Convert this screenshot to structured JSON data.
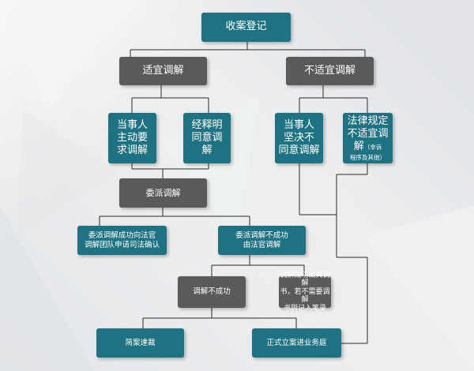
{
  "nodes": {
    "register": "收案登记",
    "suitable": "适宜调解",
    "not_suitable": "不适宜调解",
    "party_request": [
      "当事人",
      "主动要",
      "求调解"
    ],
    "explained_agree": [
      "经释明",
      "同意调",
      "解"
    ],
    "party_refuse": [
      "当事人",
      "坚决不",
      "同意调解"
    ],
    "legal_not_suitable": [
      "法律规定",
      "不适宜调"
    ],
    "legal_not_suitable_tail": "解",
    "legal_note": "（非诉",
    "legal_note2": "程序及其他）",
    "entrust": "委派调解",
    "entrust_success": [
      "委派调解成功向法官",
      "调解团队申请司法确认"
    ],
    "entrust_fail": [
      "委派调解不成功",
      "由法官调解"
    ],
    "mediation_fail": "调解不成功",
    "mediation_success": [
      "调解成功出具调解",
      "书，若不需要调解",
      "书则记入笔录"
    ],
    "simple_quick": "简案速裁",
    "formal_trial": "正式立案进业务庭"
  },
  "colors": {
    "teal": "#1e7282",
    "grey": "#5a5a5a",
    "line": "#2b2b2b"
  }
}
